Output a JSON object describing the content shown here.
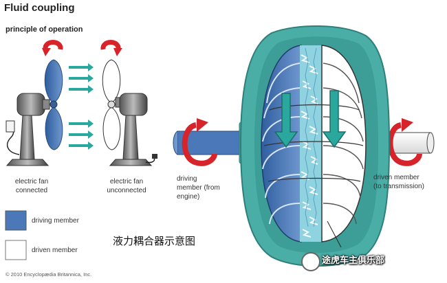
{
  "title": "Fluid coupling",
  "subtitle": "principle of operation",
  "labels": {
    "fan_connected": [
      "electric fan",
      "connected"
    ],
    "fan_unconnected": [
      "electric fan",
      "unconnected"
    ],
    "driving": [
      "driving",
      "member (from",
      "engine)"
    ],
    "driven": [
      "driven member",
      "(to transmission)"
    ]
  },
  "legend": {
    "driving": "driving member",
    "driven": "driven member"
  },
  "chinese_caption": "液力耦合器示意图",
  "copyright": "© 2010 Encyclopædia Britannica, Inc.",
  "watermark": "途虎车主俱乐部",
  "colors": {
    "driving": "#4a78b8",
    "driven": "#ffffff",
    "housing": "#4aada6",
    "housing_dark": "#2e7f7a",
    "arrow_red": "#d6242a",
    "flow_arrow": "#2aa89e",
    "fluid": "#8fd2e0",
    "shaft": "#4a78b8"
  }
}
